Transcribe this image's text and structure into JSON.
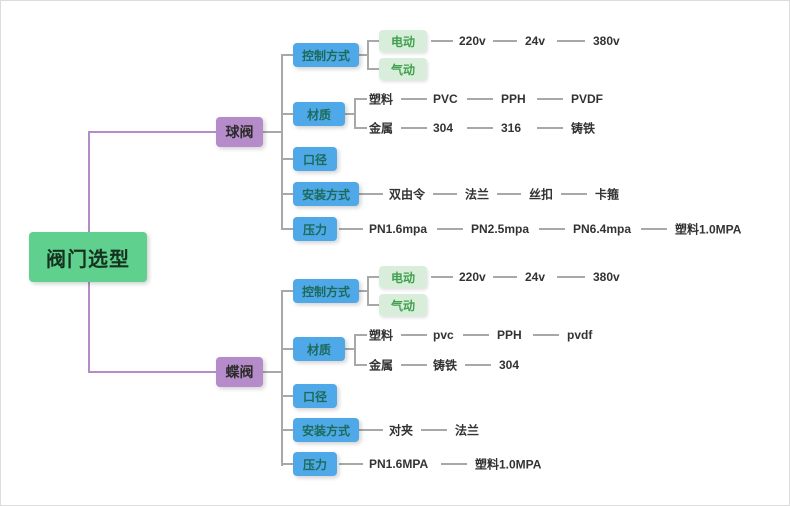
{
  "root": {
    "label": "阀门选型"
  },
  "ball": {
    "label": "球阀",
    "control": {
      "label": "控制方式",
      "electric": {
        "label": "电动",
        "leaves": [
          "220v",
          "24v",
          "380v"
        ]
      },
      "pneumatic": {
        "label": "气动"
      }
    },
    "material": {
      "label": "材质",
      "plastic": {
        "label": "塑料",
        "leaves": [
          "PVC",
          "PPH",
          "PVDF"
        ]
      },
      "metal": {
        "label": "金属",
        "leaves": [
          "304",
          "316",
          "铸铁"
        ]
      }
    },
    "diameter": {
      "label": "口径"
    },
    "install": {
      "label": "安装方式",
      "leaves": [
        "双由令",
        "法兰",
        "丝扣",
        "卡箍"
      ]
    },
    "pressure": {
      "label": "压力",
      "leaves": [
        "PN1.6mpa",
        "PN2.5mpa",
        "PN6.4mpa",
        "塑料1.0MPA"
      ]
    }
  },
  "butterfly": {
    "label": "蝶阀",
    "control": {
      "label": "控制方式",
      "electric": {
        "label": "电动",
        "leaves": [
          "220v",
          "24v",
          "380v"
        ]
      },
      "pneumatic": {
        "label": "气动"
      }
    },
    "material": {
      "label": "材质",
      "plastic": {
        "label": "塑料",
        "leaves": [
          "pvc",
          "PPH",
          "pvdf"
        ]
      },
      "metal": {
        "label": "金属",
        "leaves": [
          "铸铁",
          "304"
        ]
      }
    },
    "diameter": {
      "label": "口径"
    },
    "install": {
      "label": "安装方式",
      "leaves": [
        "对夹",
        "法兰"
      ]
    },
    "pressure": {
      "label": "压力",
      "leaves": [
        "PN1.6MPA",
        "塑料1.0MPA"
      ]
    }
  },
  "colors": {
    "rootBg": "#5fd08d",
    "branchBg": "#b58cc9",
    "branchLine": "#b48cc8",
    "categoryBg": "#4fa9e9",
    "categoryText": "#1c6b5a",
    "pillBg": "#d8eeda",
    "pillText": "#41a04f",
    "leafText": "#333333",
    "line": "#a8a8a8"
  }
}
